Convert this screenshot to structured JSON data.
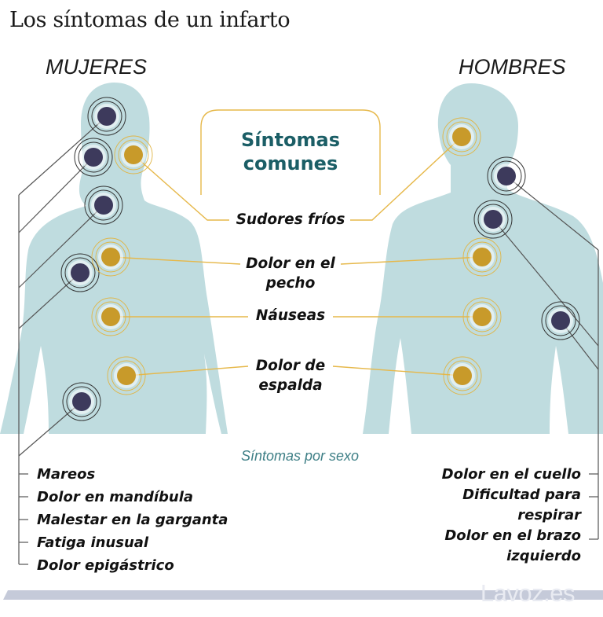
{
  "title": "Los síntomas de un infarto",
  "women_label": "MUJERES",
  "men_label": "HOMBRES",
  "common": {
    "heading_line1": "Síntomas",
    "heading_line2": "comunes",
    "items": [
      {
        "line1": "Sudores fríos",
        "line2": ""
      },
      {
        "line1": "Dolor en el",
        "line2": "pecho"
      },
      {
        "line1": "Náuseas",
        "line2": ""
      },
      {
        "line1": "Dolor de",
        "line2": "espalda"
      }
    ]
  },
  "by_sex_label": "Síntomas por sexo",
  "women_symptoms": [
    "Mareos",
    "Dolor en mandíbula",
    "Malestar en la garganta",
    "Fatiga inusual",
    "Dolor epigástrico"
  ],
  "men_symptoms": [
    "Dolor en el cuello",
    "Dificultad para respirar",
    "Dolor en el brazo izquierdo"
  ],
  "brand": "Lavoz.es",
  "colors": {
    "body": "#bfdcdf",
    "common_marker": "#c89a2a",
    "sex_marker": "#3d3a5c",
    "common_line": "#e6b84a",
    "sex_line": "#555555",
    "heading": "#1b5e66"
  }
}
